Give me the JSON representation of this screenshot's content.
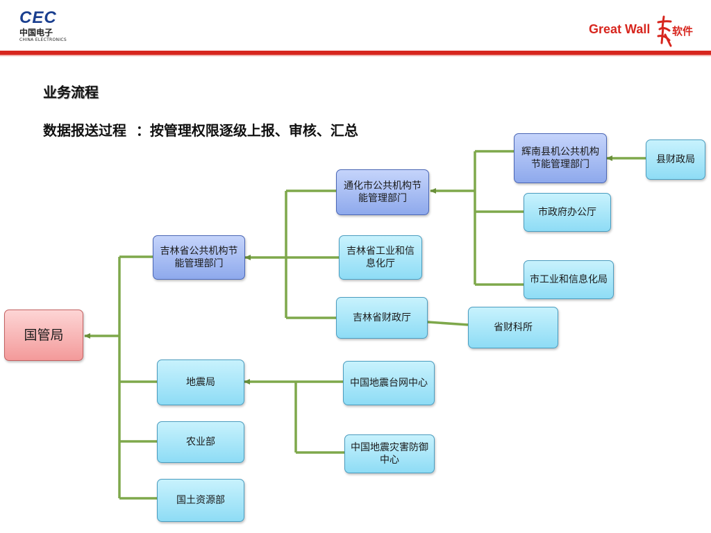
{
  "header": {
    "cec_mark": "CEC",
    "cec_cn": "中国电子",
    "cec_en": "CHINA ELECTRONICS",
    "gw_text": "Great Wall",
    "gw_cn": "软件"
  },
  "title": "业务流程",
  "subtitle": "数据报送过程  ：按管理权限逐级上报、审核、汇总",
  "nodes": {
    "guoguanju": "国管局",
    "jilin_agency": "吉林省公共机构节能管理部门",
    "tonghua_agency": "通化市公共机构节能管理部门",
    "huinan_agency": "辉南县机公共机构节能管理部门",
    "county_finance": "县财政局",
    "city_office": "市政府办公厅",
    "city_industry": "市工业和信息化局",
    "jilin_industry": "吉林省工业和信息化厅",
    "jilin_finance": "吉林省财政厅",
    "finance_division": "省财科所",
    "earthquake_bureau": "地震局",
    "quake_network": "中国地震台网中心",
    "quake_disaster": "中国地震灾害防御中心",
    "agriculture": "农业部",
    "land_resources": "国土资源部"
  },
  "colors": {
    "brand_red": "#d7261e",
    "brand_blue": "#1a3f8f",
    "connector": "#7ea84b",
    "node_cyan": "#a6e6f9",
    "node_blue": "#a7bdf3",
    "node_pink": "#f7b3b3"
  }
}
